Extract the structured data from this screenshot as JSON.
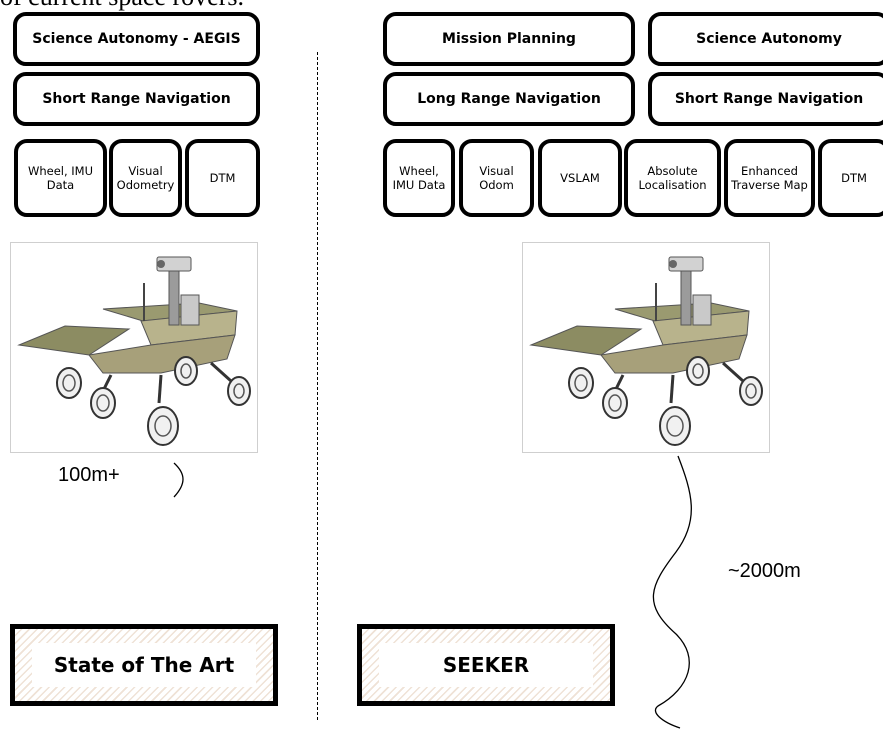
{
  "caption": "of current space rovers.",
  "state_of_art": {
    "row1": [
      "Science Autonomy - AEGIS"
    ],
    "row2": [
      "Short Range Navigation"
    ],
    "row3": [
      "Wheel, IMU Data",
      "Visual Odometry",
      "DTM"
    ],
    "distance": "100m+",
    "banner": "State of The Art"
  },
  "seeker": {
    "row1": [
      "Mission Planning",
      "Science Autonomy"
    ],
    "row2": [
      "Long Range Navigation",
      "Short Range Navigation"
    ],
    "row3": [
      "Wheel, IMU Data",
      "Visual Odom",
      "VSLAM",
      "Absolute Localisation",
      "Enhanced Traverse Map",
      "DTM"
    ],
    "distance": "~2000m",
    "banner": "SEEKER"
  }
}
